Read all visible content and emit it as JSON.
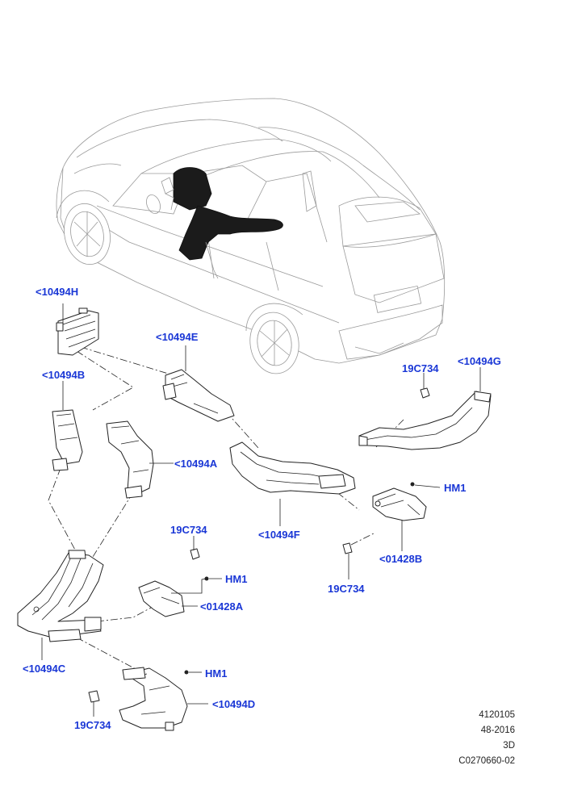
{
  "diagram": {
    "labels": {
      "l_10494H": "<10494H",
      "l_10494E": "<10494E",
      "l_10494B": "<10494B",
      "l_10494A": "<10494A",
      "l_10494F": "<10494F",
      "l_10494G": "<10494G",
      "l_19C734_a": "19C734",
      "l_HM1_a": "HM1",
      "l_01428B": "<01428B",
      "l_19C734_b": "19C734",
      "l_19C734_c": "19C734",
      "l_HM1_b": "HM1",
      "l_01428A": "<01428A",
      "l_10494C": "<10494C",
      "l_HM1_c": "HM1",
      "l_10494D": "<10494D",
      "l_19C734_d": "19C734"
    },
    "reference": {
      "line1": "4120105",
      "line2": "48-2016",
      "line3": "3D",
      "line4": "C0270660-02"
    },
    "colors": {
      "label": "#1a37d6",
      "line": "#222222",
      "vehicle": "#9a9a9a"
    }
  }
}
